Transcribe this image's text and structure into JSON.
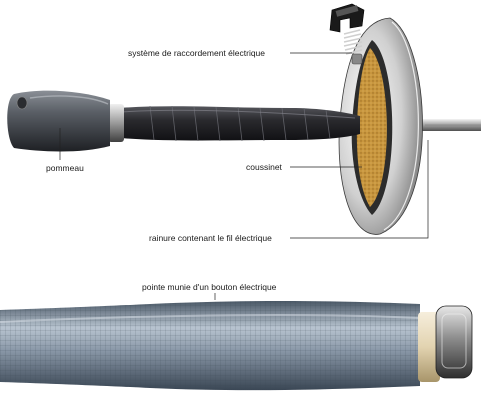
{
  "labels": {
    "connector": "système de raccordement électrique",
    "pommel": "pommeau",
    "pad": "coussinet",
    "groove": "rainure contenant le fil électrique",
    "tip": "pointe munie d'un bouton électrique"
  },
  "colors": {
    "grip": "#2a2a2e",
    "guard": "#d8d8d8",
    "pad": "#c8963e",
    "blade_wire": "#6b7b8c",
    "leader": "#222222"
  }
}
